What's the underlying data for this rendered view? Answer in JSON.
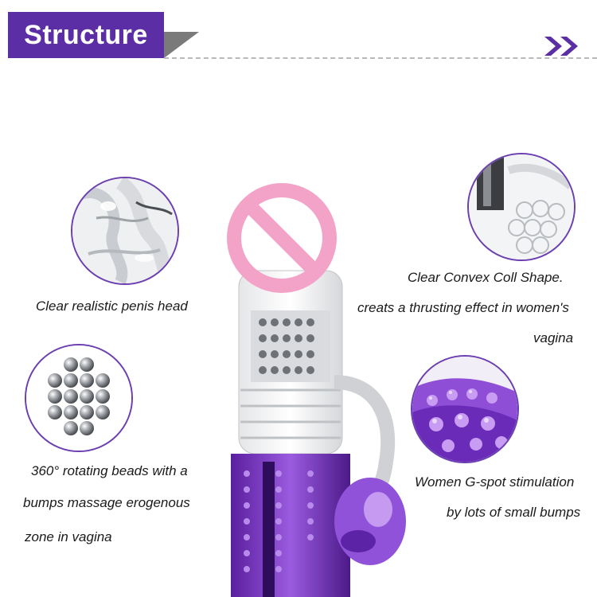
{
  "header": {
    "title": "Structure",
    "accent_color": "#5b2ea6",
    "arrow_icon": "double-chevron-right-icon"
  },
  "features": [
    {
      "lines": [
        "Clear realistic penis head"
      ]
    },
    {
      "lines": [
        "Clear Convex Coll Shape.",
        "creats a thrusting effect in women's",
        "vagina"
      ]
    },
    {
      "lines": [
        "360° rotating beads with a",
        "bumps massage erogenous",
        "zone in vagina"
      ]
    },
    {
      "lines": [
        "Women G-spot stimulation",
        "by lots of small bumps"
      ]
    }
  ],
  "censor_icon": "prohibition-icon",
  "colors": {
    "purple": "#6b3fb0",
    "censor_pink": "#f4a3c8"
  }
}
